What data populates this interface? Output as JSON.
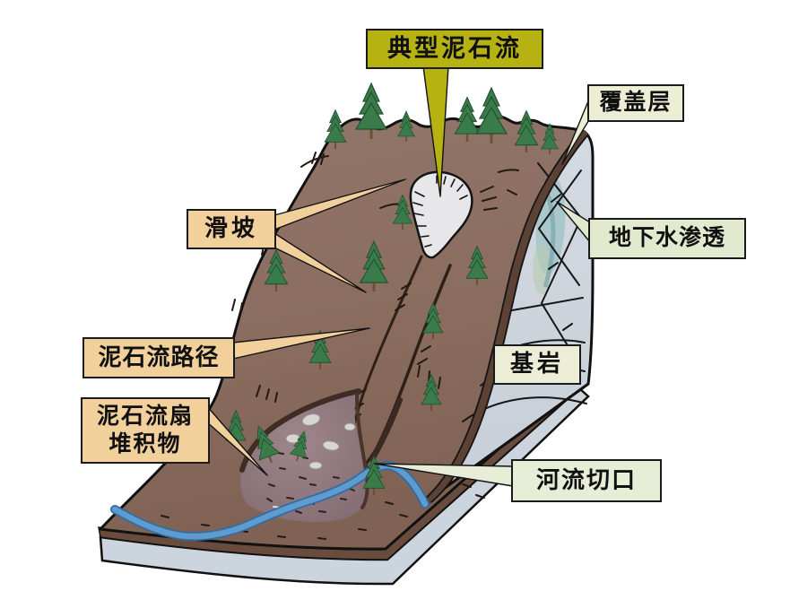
{
  "labels": {
    "typical_debris_flow": "典型泥石流",
    "cover_layer": "覆盖层",
    "groundwater_infiltration": "地下水渗透",
    "landslide": "滑坡",
    "debris_flow_path": "泥石流路径",
    "debris_flow_fan": {
      "line1": "泥石流扇",
      "line2": "堆积物"
    },
    "bedrock": "基岩",
    "river_cut": "河流切口"
  },
  "colors": {
    "title_label_bg": "#b5b211",
    "tan_label_bg": "#f2d09c",
    "pale_label_bg": "#edeed6",
    "green_label_bg": "#e2e9cf",
    "slope_brown": "#8d7163",
    "soil_band_dark": "#5c4135",
    "bedrock_gray": "#d0d7de",
    "groundwater_teal": "#a3c4c8",
    "scar_gray": "#e7e7ea",
    "fan_mauve": "#8f777e",
    "river_blue": "#5f9ccd",
    "tree_green": "#3a7c49"
  }
}
